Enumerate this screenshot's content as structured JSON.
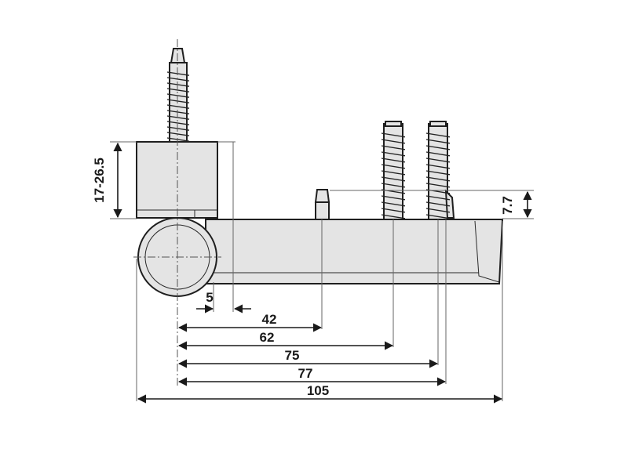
{
  "dimensions": {
    "height_range": "17-26.5",
    "height_pin": "7.7",
    "gap": "5",
    "d1": "42",
    "d2": "62",
    "d3": "75",
    "d4": "77",
    "total": "105"
  },
  "colors": {
    "line": "#1f1f1f",
    "fill": "#e4e4e4",
    "background": "#ffffff"
  }
}
